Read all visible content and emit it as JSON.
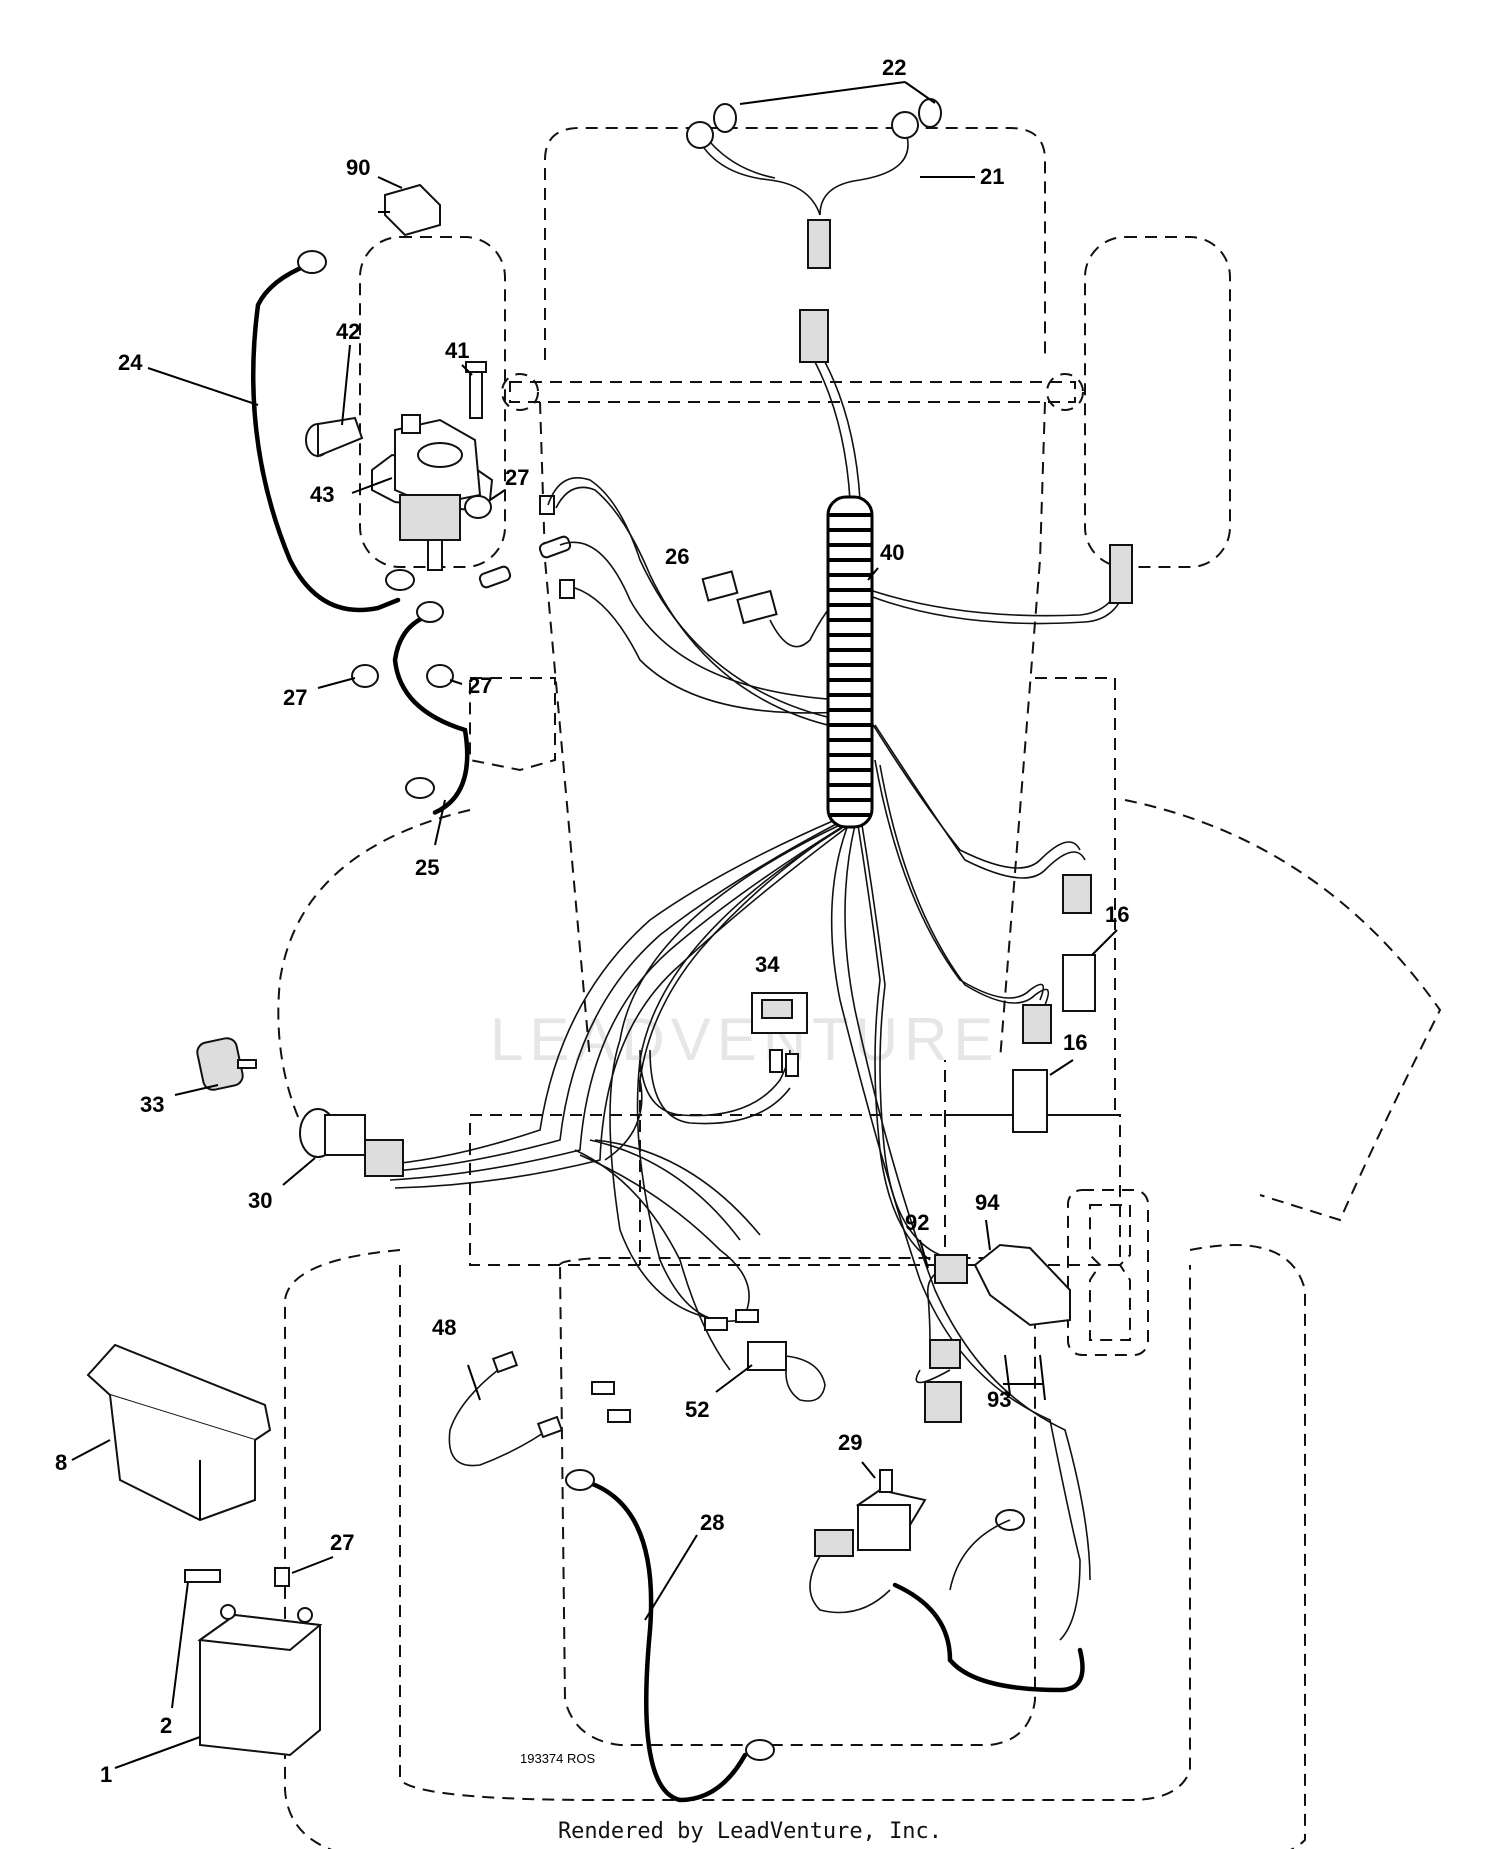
{
  "title": "",
  "drawing_code": "193374 ROS",
  "footer_text": "Rendered by LeadVenture, Inc.",
  "watermark_text": "LEADVENTURE",
  "colors": {
    "line": "#111111",
    "background": "#ffffff",
    "watermark": "#e6e6e6"
  },
  "callouts": [
    {
      "id": "c22",
      "label": "22"
    },
    {
      "id": "c21",
      "label": "21"
    },
    {
      "id": "c90",
      "label": "90"
    },
    {
      "id": "c24",
      "label": "24"
    },
    {
      "id": "c42",
      "label": "42"
    },
    {
      "id": "c41",
      "label": "41"
    },
    {
      "id": "c43",
      "label": "43"
    },
    {
      "id": "c27a",
      "label": "27"
    },
    {
      "id": "c26",
      "label": "26"
    },
    {
      "id": "c40",
      "label": "40"
    },
    {
      "id": "c27b",
      "label": "27"
    },
    {
      "id": "c27c",
      "label": "27"
    },
    {
      "id": "c25",
      "label": "25"
    },
    {
      "id": "c16a",
      "label": "16"
    },
    {
      "id": "c34",
      "label": "34"
    },
    {
      "id": "c16b",
      "label": "16"
    },
    {
      "id": "c33",
      "label": "33"
    },
    {
      "id": "c30",
      "label": "30"
    },
    {
      "id": "c92",
      "label": "92"
    },
    {
      "id": "c94",
      "label": "94"
    },
    {
      "id": "c48",
      "label": "48"
    },
    {
      "id": "c52",
      "label": "52"
    },
    {
      "id": "c93",
      "label": "93"
    },
    {
      "id": "c8",
      "label": "8"
    },
    {
      "id": "c29",
      "label": "29"
    },
    {
      "id": "c27d",
      "label": "27"
    },
    {
      "id": "c28",
      "label": "28"
    },
    {
      "id": "c2",
      "label": "2"
    },
    {
      "id": "c1",
      "label": "1"
    }
  ]
}
